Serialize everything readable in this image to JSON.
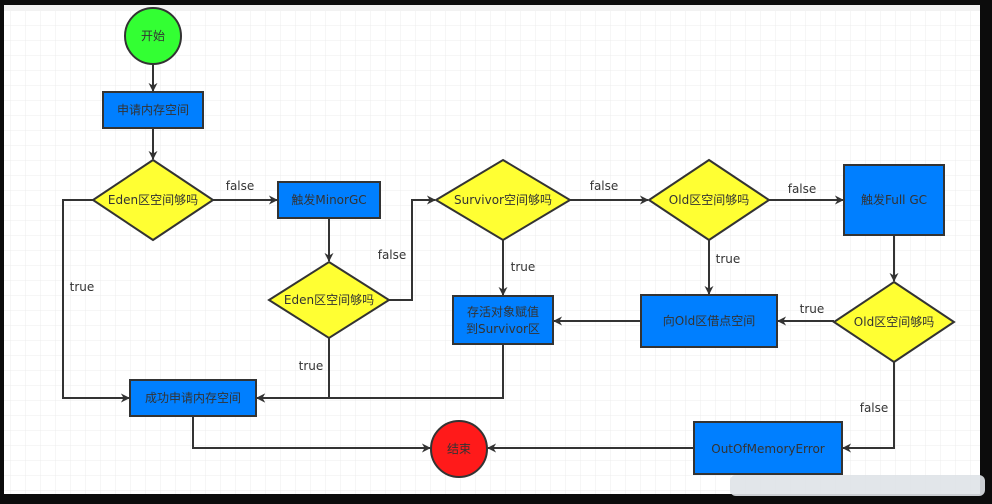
{
  "nodes": {
    "start": "开始",
    "request": "申请内存空间",
    "eden_check_1": "Eden区空间够吗",
    "minor_gc": "触发MinorGC",
    "eden_check_2": "Eden区空间够吗",
    "survivor_check": "Survivor空间够吗",
    "copy_survivor_line1": "存活对象赋值",
    "copy_survivor_line2": "到Survivor区",
    "old_check_1": "Old区空间够吗",
    "full_gc": "触发Full GC",
    "borrow_old": "向Old区借点空间",
    "old_check_2": "Old区空间够吗",
    "success": "成功申请内存空间",
    "end": "结束",
    "oom": "OutOfMemoryError"
  },
  "edge_labels": {
    "eden1_false": "false",
    "eden1_true": "true",
    "eden2_false": "false",
    "eden2_true": "true",
    "survivor_false": "false",
    "survivor_true": "true",
    "old1_false": "false",
    "old1_true": "true",
    "old2_true": "true",
    "old2_false": "false"
  },
  "colors": {
    "process": "#007fff",
    "decision": "#ffff33",
    "start": "#33ff33",
    "end": "#ff1a1a"
  }
}
